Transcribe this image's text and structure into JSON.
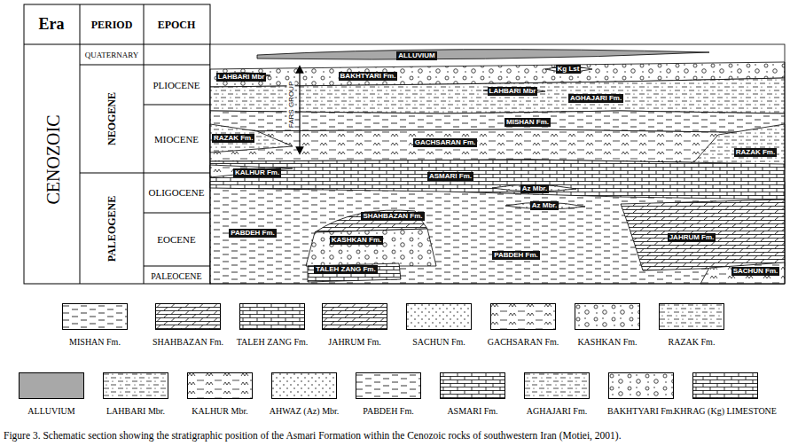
{
  "diagram": {
    "caption": "Figure 3. Schematic section showing the stratigraphic position of the Asmari Formation within the Cenozoic rocks of southwestern Iran (Motiei, 2001).",
    "nodes": [
      {
        "text": [
          "ALLUVIUM"
        ]
      },
      {
        "text": [
          "Kg Lst"
        ]
      },
      {
        "text": [
          "BAKHTYARI Fm."
        ]
      },
      {
        "text": [
          "LAHBARI Mbr"
        ]
      },
      {
        "text": [
          "LAHBARI Mbr"
        ]
      },
      {
        "text": [
          "AGHAJARI Fm."
        ]
      },
      {
        "text": [
          "MISHAN Fm."
        ]
      },
      {
        "text": [
          "RAZAK Fm."
        ]
      },
      {
        "text": [
          "GACHSARAN Fm."
        ]
      },
      {
        "text": [
          "RAZAK Fm."
        ]
      },
      {
        "text": [
          "KALHUR Fm."
        ]
      },
      {
        "text": [
          "ASMARI Fm."
        ]
      },
      {
        "text": [
          "Az Mbr."
        ]
      },
      {
        "text": [
          "Az Mbr."
        ]
      },
      {
        "text": [
          "SHAHBAZAN Fm."
        ]
      },
      {
        "text": [
          "PABDEH Fm."
        ]
      },
      {
        "text": [
          "KASHKAN Fm."
        ]
      },
      {
        "text": [
          "JAHRUM Fm."
        ]
      },
      {
        "text": [
          "PABDEH Fm."
        ]
      },
      {
        "text": [
          "TALEH ZANG Fm."
        ]
      },
      {
        "text": [
          "SACHUN Fm."
        ]
      }
    ],
    "labels": [
      "Era",
      "PERIOD",
      "EPOCH",
      "CENOZOIC",
      "QUATERNARY",
      "NEOGENE",
      "PALEOGENE",
      "PLIOCENE",
      "MIOCENE",
      "OLIGOCENE",
      "EOCENE",
      "PALEOCENE",
      "FARS GROUP"
    ],
    "legend": [
      {
        "text": "MISHAN Fm."
      },
      {
        "text": "SHAHBAZAN Fm."
      },
      {
        "text": "TALEH ZANG Fm."
      },
      {
        "text": "JAHRUM Fm."
      },
      {
        "text": "SACHUN Fm."
      },
      {
        "text": "GACHSARAN Fm."
      },
      {
        "text": "KASHKAN Fm."
      },
      {
        "text": "RAZAK Fm."
      },
      {
        "text": "ALLUVIUM",
        "color": "#a8a8a8"
      },
      {
        "text": "LAHBARI Mbr."
      },
      {
        "text": "KALHUR Mbr."
      },
      {
        "text": "AHWAZ (Az) Mbr."
      },
      {
        "text": "PABDEH Fm."
      },
      {
        "text": "ASMARI Fm."
      },
      {
        "text": "AGHAJARI Fm."
      },
      {
        "text": "BAKHTYARI Fm."
      },
      {
        "text": "KHRAG (Kg) LIMESTONE"
      }
    ]
  }
}
